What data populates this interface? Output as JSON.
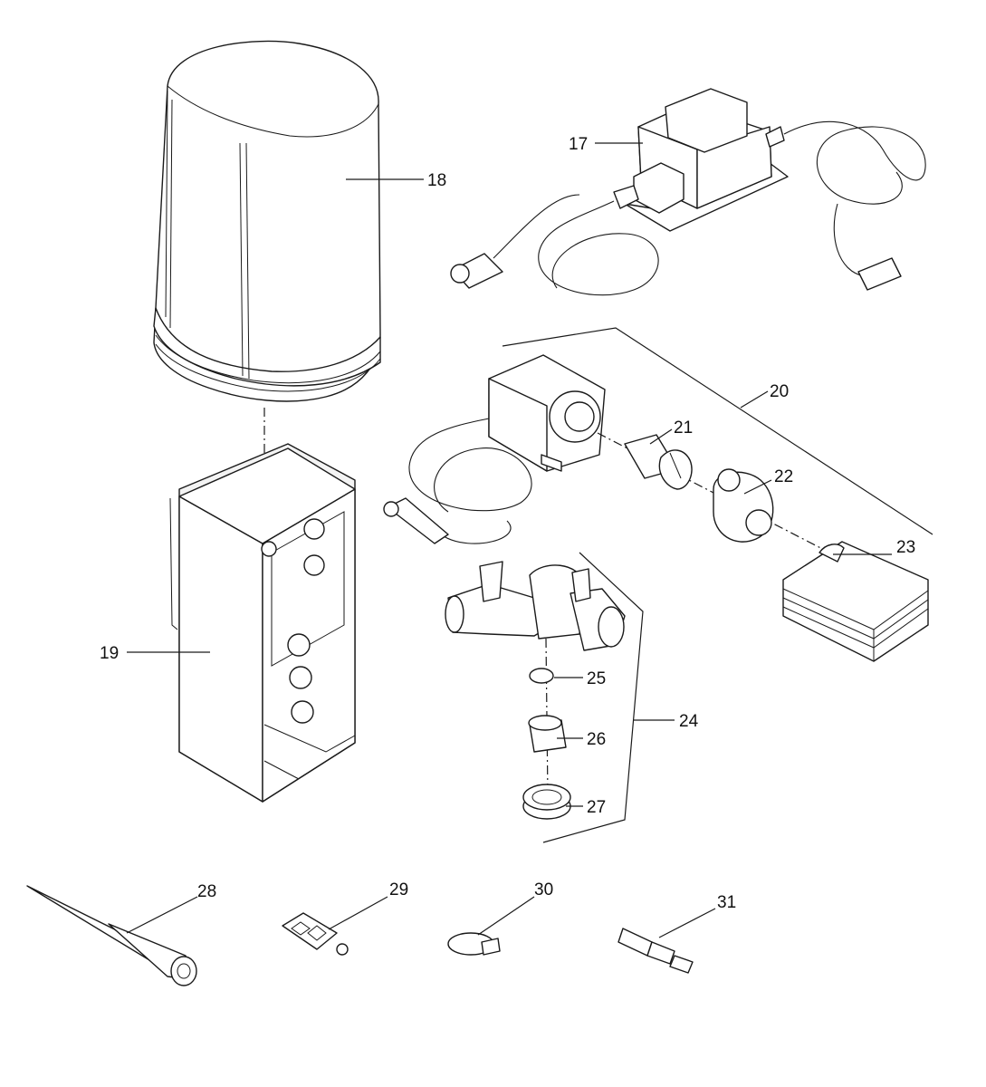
{
  "diagram": {
    "parts": [
      {
        "number": "17",
        "icon": "transformer-icon"
      },
      {
        "number": "18",
        "icon": "cover-hood-icon"
      },
      {
        "number": "19",
        "icon": "housing-box-icon"
      },
      {
        "number": "20",
        "icon": "pump-unit-icon"
      },
      {
        "number": "21",
        "icon": "impeller-icon"
      },
      {
        "number": "22",
        "icon": "pump-housing-icon"
      },
      {
        "number": "23",
        "icon": "filter-sponge-icon"
      },
      {
        "number": "24",
        "icon": "distributor-icon"
      },
      {
        "number": "25",
        "icon": "o-ring-icon"
      },
      {
        "number": "26",
        "icon": "reducer-icon"
      },
      {
        "number": "27",
        "icon": "union-nut-icon"
      },
      {
        "number": "28",
        "icon": "ground-spike-icon"
      },
      {
        "number": "29",
        "icon": "remote-control-icon"
      },
      {
        "number": "30",
        "icon": "hose-clamp-icon"
      },
      {
        "number": "31",
        "icon": "connector-plug-icon"
      }
    ]
  }
}
